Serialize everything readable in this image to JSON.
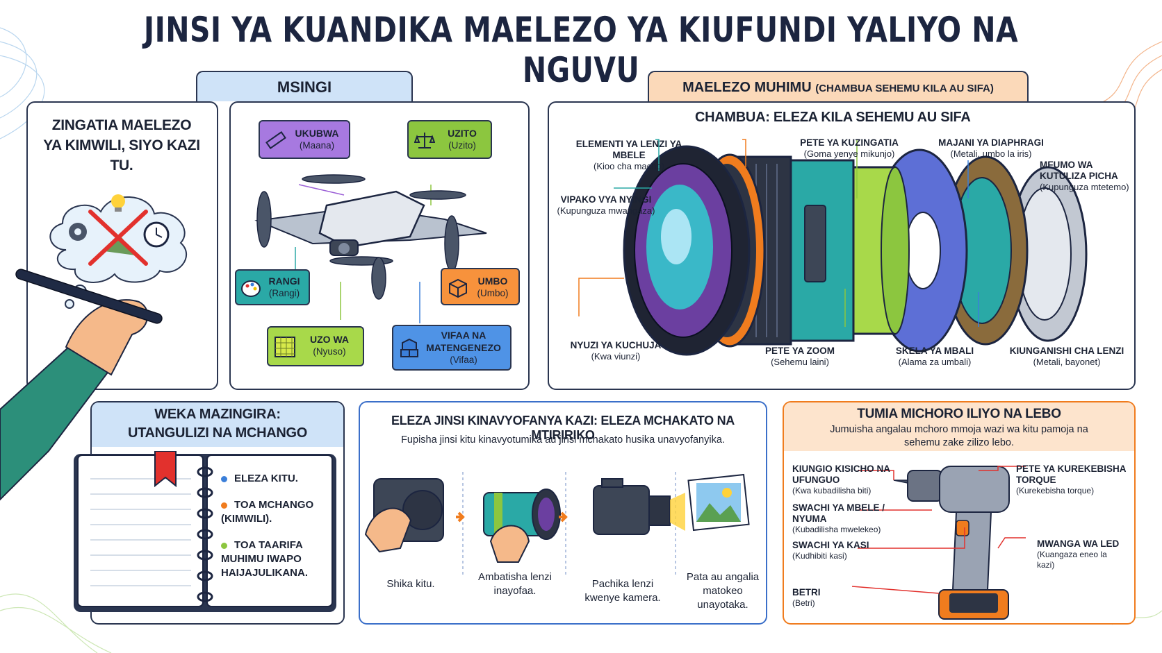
{
  "title": "JINSI YA KUANDIKA MAELEZO YA KIUFUNDI YALIYO NA NGUVU",
  "colors": {
    "accent_blue": "#3b7fd9",
    "accent_orange": "#f07c1e",
    "accent_purple": "#9b5fd6",
    "accent_green": "#8cc63f",
    "accent_teal": "#2aa9a6",
    "dark": "#1c2540"
  },
  "left_panel": {
    "text": "ZINGATIA MAELEZO YA KIMWILI, SIYO KAZI TU."
  },
  "msingi": {
    "tab": "MSINGI",
    "features": [
      {
        "name": "UKUBWA",
        "sub": "(Maana)",
        "icon": "ruler-icon"
      },
      {
        "name": "UZITO",
        "sub": "(Uzito)",
        "icon": "scale-icon"
      },
      {
        "name": "RANGI",
        "sub": "(Rangi)",
        "icon": "palette-icon"
      },
      {
        "name": "UMBO",
        "sub": "(Umbo)",
        "icon": "cube-icon"
      },
      {
        "name": "UZO WA",
        "sub": "(Nyuso)",
        "icon": "texture-icon"
      },
      {
        "name": "VIFAA NA MATENGENEZO",
        "sub": "(Vifaa)",
        "icon": "blocks-icon"
      }
    ]
  },
  "maelezo": {
    "tab_main": "MAELEZO MUHIMU",
    "tab_sub": "(CHAMBUA SEHEMU KILA AU SIFA)",
    "heading": "CHAMBUA: ELEZA KILA SEHEMU AU SIFA",
    "labels": [
      {
        "name": "ELEMENTI YA LENZI YA MBELE",
        "sub": "(Kioo cha macho)"
      },
      {
        "name": "PETE YA KUZINGATIA",
        "sub": "(Goma yenye mikunjo)"
      },
      {
        "name": "MAJANI YA DIAPHRAGI",
        "sub": "(Metali, umbo la iris)"
      },
      {
        "name": "MFUMO WA KUTULIZA PICHA",
        "sub": "(Kupunguza mtetemo)"
      },
      {
        "name": "VIPAKO VYA NYINGI",
        "sub": "(Kupunguza mwangaza)"
      },
      {
        "name": "NYUZI YA KUCHUJA",
        "sub": "(Kwa viunzi)"
      },
      {
        "name": "PETE YA ZOOM",
        "sub": "(Sehemu laini)"
      },
      {
        "name": "SKELA YA MBALI",
        "sub": "(Alama za umbali)"
      },
      {
        "name": "KIUNGANISHI CHA LENZI",
        "sub": "(Metali, bayonet)"
      }
    ]
  },
  "weka": {
    "title_line1": "WEKA MAZINGIRA:",
    "title_line2": "UTANGULIZI NA MCHANGO",
    "bullets": [
      "ELEZA KITU.",
      "TOA MCHANGO (KIMWILI).",
      "TOA TAARIFA MUHIMU IWAPO HAIJAJULIKANA."
    ]
  },
  "eleza": {
    "title": "ELEZA JINSI KINAVYOFANYA KAZI: ELEZA MCHAKATO NA MTIRIRIKO",
    "subtitle": "Fupisha jinsi kitu kinavyotumika au jinsi mchakato husika unavyofanyika.",
    "steps": [
      "Shika kitu.",
      "Ambatisha lenzi inayofaa.",
      "Pachika lenzi kwenye kamera.",
      "Pata au angalia matokeo unayotaka."
    ]
  },
  "tumia": {
    "title": "TUMIA MICHORO ILIYO NA LEBO",
    "subtitle": "Jumuisha angalau mchoro mmoja wazi wa kitu pamoja na sehemu zake zilizo lebo.",
    "labels": [
      {
        "name": "KIUNGIO KISICHO NA UFUNGUO",
        "sub": "(Kwa kubadilisha biti)"
      },
      {
        "name": "PETE YA KUREKEBISHA TORQUE",
        "sub": "(Kurekebisha torque)"
      },
      {
        "name": "SWACHI YA MBELE / NYUMA",
        "sub": "(Kubadilisha mwelekeo)"
      },
      {
        "name": "SWACHI YA KASI",
        "sub": "(Kudhibiti kasi)"
      },
      {
        "name": "MWANGA WA LED",
        "sub": "(Kuangaza eneo la kazi)"
      },
      {
        "name": "BETRI",
        "sub": "(Betri)"
      }
    ]
  }
}
